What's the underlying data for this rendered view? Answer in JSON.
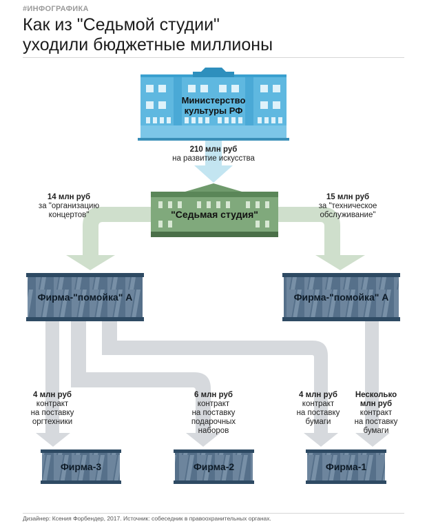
{
  "header": {
    "tag": "#ИНФОГРАФИКА",
    "title_line1": "Как из \"Седьмой студии\"",
    "title_line2": "уходили бюджетные миллионы"
  },
  "nodes": {
    "ministry": {
      "line1": "Министерство",
      "line2": "культуры РФ"
    },
    "studio": "\"Седьмая студия\"",
    "dump_left": "Фирма-\"помойка\" А",
    "dump_right": "Фирма-\"помойка\" А",
    "firm3": "Фирма-3",
    "firm2": "Фирма-2",
    "firm1": "Фирма-1"
  },
  "flows": {
    "ministry_to_studio": {
      "amount": "210 млн руб",
      "desc": "на развитие искусства"
    },
    "studio_to_left": {
      "amount": "14 млн руб",
      "desc1": "за \"организацию",
      "desc2": "концертов\""
    },
    "studio_to_right": {
      "amount": "15 млн руб",
      "desc1": "за \"техническое",
      "desc2": "обслуживание\""
    },
    "left_to_firm3": {
      "amount": "4 млн руб",
      "d1": "контракт",
      "d2": "на поставку",
      "d3": "оргтехники"
    },
    "left_to_firm2": {
      "amount": "6 млн руб",
      "d1": "контракт",
      "d2": "на поставку",
      "d3": "подарочных",
      "d4": "наборов"
    },
    "left_to_firm1": {
      "amount": "4 млн руб",
      "d1": "контракт",
      "d2": "на поставку",
      "d3": "бумаги"
    },
    "right_to_firm1": {
      "amount1": "Несколько",
      "amount2": "млн руб",
      "d1": "контракт",
      "d2": "на поставку",
      "d3": "бумаги"
    }
  },
  "footer": "Дизайнер: Ксения Форбендер, 2017. Источник: собеседник в правоохранительных органах."
}
